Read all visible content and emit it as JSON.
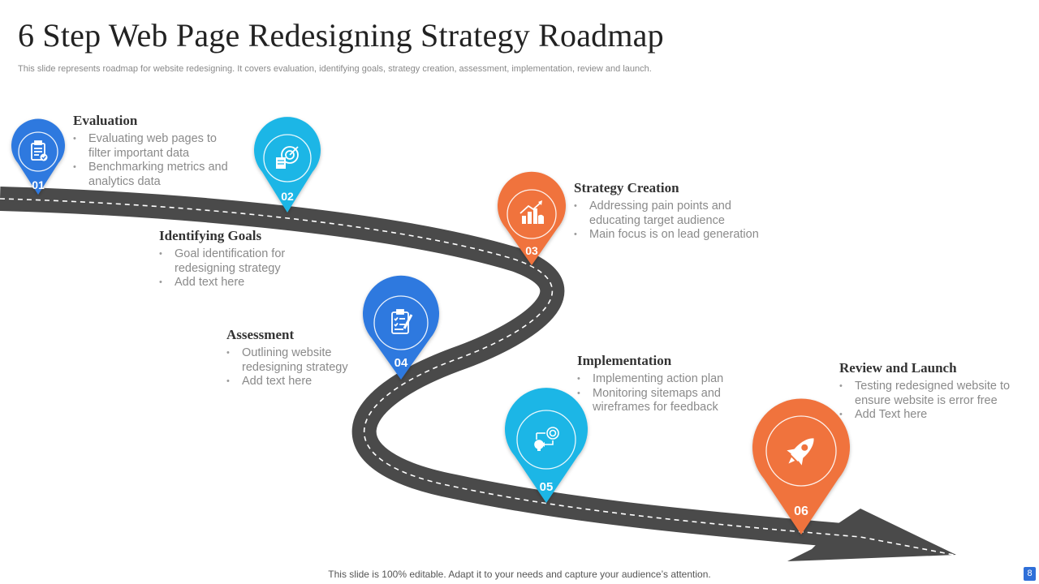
{
  "slide": {
    "title": "6 Step Web Page Redesigning Strategy Roadmap",
    "subtitle": "This slide represents roadmap for website redesigning. It covers evaluation, identifying goals, strategy creation, assessment, implementation, review and launch.",
    "footer": "This slide is 100% editable. Adapt it to your needs and capture your audience’s attention.",
    "page_number": "8"
  },
  "colors": {
    "blue": "#2f79df",
    "cyan": "#1fb6e6",
    "orange": "#f0733d",
    "road": "#4a4a4a",
    "road_dash": "#ffffff"
  },
  "steps": [
    {
      "number": "01",
      "heading": "Evaluation",
      "icon": "clipboard-check-icon",
      "bullets": [
        "Evaluating web pages to filter important data",
        "Benchmarking metrics and analytics data"
      ]
    },
    {
      "number": "02",
      "heading": "Identifying Goals",
      "icon": "target-document-icon",
      "bullets": [
        "Goal identification for redesigning strategy",
        "Add text here"
      ]
    },
    {
      "number": "03",
      "heading": "Strategy Creation",
      "icon": "growth-chart-hand-icon",
      "bullets": [
        "Addressing pain points and educating target audience",
        "Main focus is on lead generation"
      ]
    },
    {
      "number": "04",
      "heading": "Assessment",
      "icon": "checklist-pencil-icon",
      "bullets": [
        "Outlining website redesigning strategy",
        "Add text here"
      ]
    },
    {
      "number": "05",
      "heading": "Implementation",
      "icon": "idea-target-flow-icon",
      "bullets": [
        "Implementing action plan",
        "Monitoring sitemaps and wireframes for feedback"
      ]
    },
    {
      "number": "06",
      "heading": "Review and Launch",
      "icon": "rocket-icon",
      "bullets": [
        "Testing redesigned website to ensure website is error free",
        "Add Text here"
      ]
    }
  ]
}
